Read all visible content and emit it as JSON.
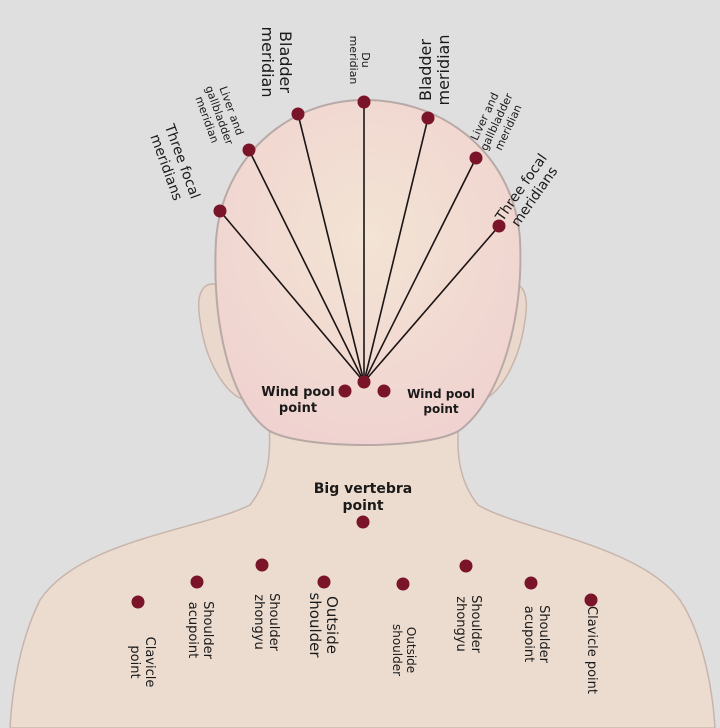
{
  "colors": {
    "background": "#dfdfdf",
    "skin": "#ecdccf",
    "head": "#f1d9d3",
    "dot": "#7a1428",
    "line": "#1b1414"
  },
  "head_labels": [
    {
      "lines": [
        "Three focal",
        "meridians"
      ]
    },
    {
      "lines": [
        "Liver and",
        "gallbladder",
        "meridian"
      ]
    },
    {
      "lines": [
        "Bladder",
        "meridian"
      ]
    },
    {
      "lines": [
        "Du",
        "meridian"
      ]
    },
    {
      "lines": [
        "Bladder",
        "meridian"
      ]
    },
    {
      "lines": [
        "Liver and",
        "gallbladder",
        "meridian"
      ]
    },
    {
      "lines": [
        "Three focal",
        "meridians"
      ]
    }
  ],
  "wind_pool_left": {
    "lines": [
      "Wind pool",
      "point"
    ]
  },
  "wind_pool_right": {
    "lines": [
      "Wind pool",
      "point"
    ]
  },
  "big_vertebra": {
    "lines": [
      "Big vertebra",
      "point"
    ]
  },
  "shoulder_labels": [
    {
      "lines": [
        "Clavicle",
        "point"
      ]
    },
    {
      "lines": [
        "Shoulder",
        "acupoint"
      ]
    },
    {
      "lines": [
        "Shoulder",
        "zhongyu"
      ]
    },
    {
      "lines": [
        "Outside",
        "shoulder"
      ]
    },
    {
      "lines": [
        "Outside",
        "shoulder"
      ]
    },
    {
      "lines": [
        "Shoulder",
        "zhongyu"
      ]
    },
    {
      "lines": [
        "Shoulder",
        "acupoint"
      ]
    },
    {
      "lines": [
        "Clavicle point"
      ]
    }
  ]
}
